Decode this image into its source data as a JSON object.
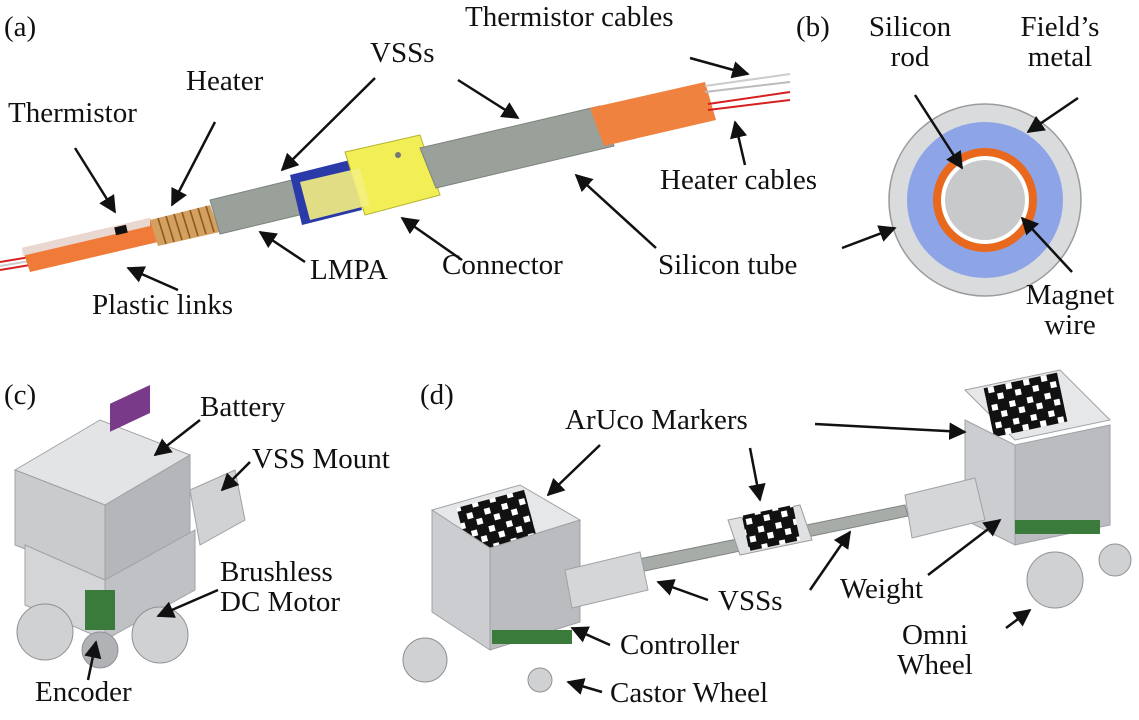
{
  "panels": {
    "a": {
      "tag": "(a)",
      "labels": {
        "thermistor": "Thermistor",
        "heater": "Heater",
        "vsss": "VSSs",
        "thermistor_cables": "Thermistor cables",
        "heater_cables": "Heater cables",
        "plastic_links": "Plastic links",
        "lmpa": "LMPA",
        "connector": "Connector",
        "silicon_tube": "Silicon tube"
      }
    },
    "b": {
      "tag": "(b)",
      "labels": {
        "silicon_rod_1": "Silicon",
        "silicon_rod_2": "rod",
        "fields_metal_1": "Field’s",
        "fields_metal_2": "metal",
        "magnet_wire_1": "Magnet",
        "magnet_wire_2": "wire"
      }
    },
    "c": {
      "tag": "(c)",
      "labels": {
        "battery": "Battery",
        "vss_mount": "VSS Mount",
        "brushless_1": "Brushless",
        "brushless_2": "DC Motor",
        "encoder": "Encoder"
      }
    },
    "d": {
      "tag": "(d)",
      "labels": {
        "aruco": "ArUco Markers",
        "vsss": "VSSs",
        "weight": "Weight",
        "controller": "Controller",
        "castor": "Castor Wheel",
        "omni_1": "Omni",
        "omni_2": "Wheel"
      }
    }
  },
  "colors": {
    "silicon_gray": "#9aa09a",
    "tube_orange": "#f08240",
    "connector_yellow": "#f2ee55",
    "core_blue": "#2a3aa8",
    "fields_metal_blue": "#8da4e6",
    "outer_ring": "#d9dbdd",
    "wire_orange": "#e8681e",
    "rod_gray": "#c8c9cb",
    "heater_copper": "#d4a060",
    "cable_red": "#d62020"
  }
}
